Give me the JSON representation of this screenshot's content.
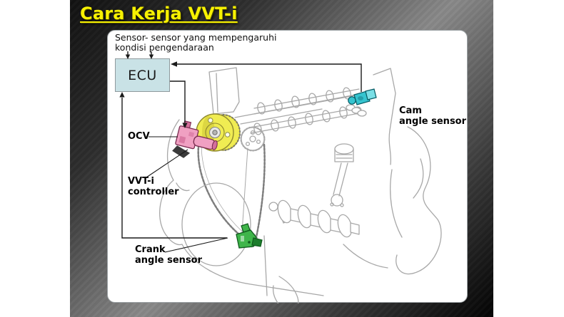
{
  "title": "Cara Kerja VVT-i",
  "note": {
    "line1": "Sensor- sensor yang mempengaruhi",
    "line2": "kondisi pengendaraan"
  },
  "labels": {
    "ecu": "ECU",
    "ocv": "OCV",
    "vvti": {
      "line1": "VVT-i",
      "line2": "controller"
    },
    "cam": {
      "line1": "Cam",
      "line2": "angle sensor"
    },
    "crank": {
      "line1": "Crank",
      "line2": "angle sensor"
    }
  },
  "colors": {
    "title": "#f7f102",
    "slide_dark": "#121212",
    "slide_mid": "#8a8a8a",
    "ecu_fill": "#c9e2e6",
    "ecu_border": "#8f9a9d",
    "vvti_pulley": "#f0ec52",
    "vvti_pulley_shade": "#cdc635",
    "vvti_pulley_edge": "#8e882e",
    "ocv_pink": "#f0a0c2",
    "ocv_pink_dark": "#d46f9b",
    "ocv_outline": "#7a2c50",
    "cam_sensor_teal": "#35c4cf",
    "cam_sensor_teal_light": "#7adfe6",
    "cam_sensor_outline": "#055a63",
    "crank_sensor_green": "#3fb54a",
    "crank_sensor_green_dark": "#1c7d2c",
    "crank_sensor_outline": "#0e5a1c",
    "line": "#1a1a1a",
    "sketch": "#a8a8a8"
  }
}
